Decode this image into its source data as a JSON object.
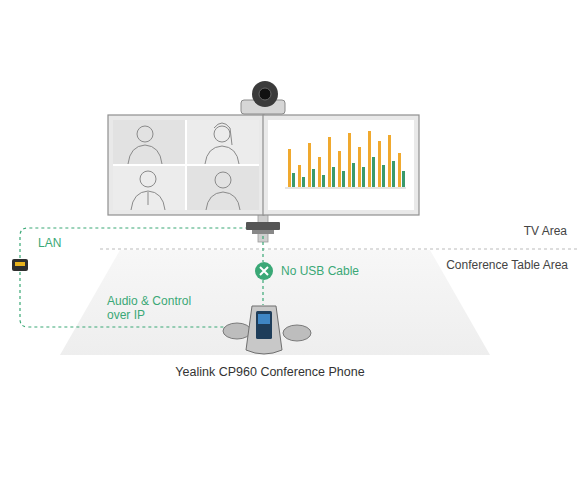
{
  "diagram": {
    "labels": [
      "TV Area",
      "Conference Table Area",
      "LAN",
      "Audio & Control over IP",
      "No USB Cable",
      "Yealink CP960 Conference Phone"
    ]
  }
}
